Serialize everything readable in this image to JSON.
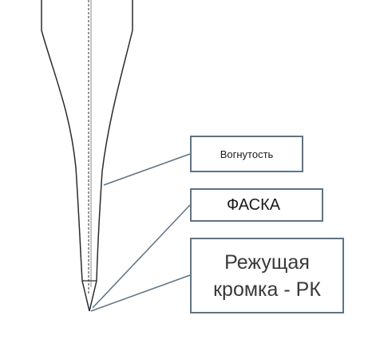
{
  "labels": {
    "concavity": "Вогнутость",
    "chamfer": "ФАСКА",
    "cutting_edge_line1": "Режущая",
    "cutting_edge_line2": "кромка - РК"
  },
  "colors": {
    "tool_outline": "#2b2b2b",
    "leader_line": "#5f7384",
    "box_border": "#5f7384",
    "background": "#ffffff"
  }
}
